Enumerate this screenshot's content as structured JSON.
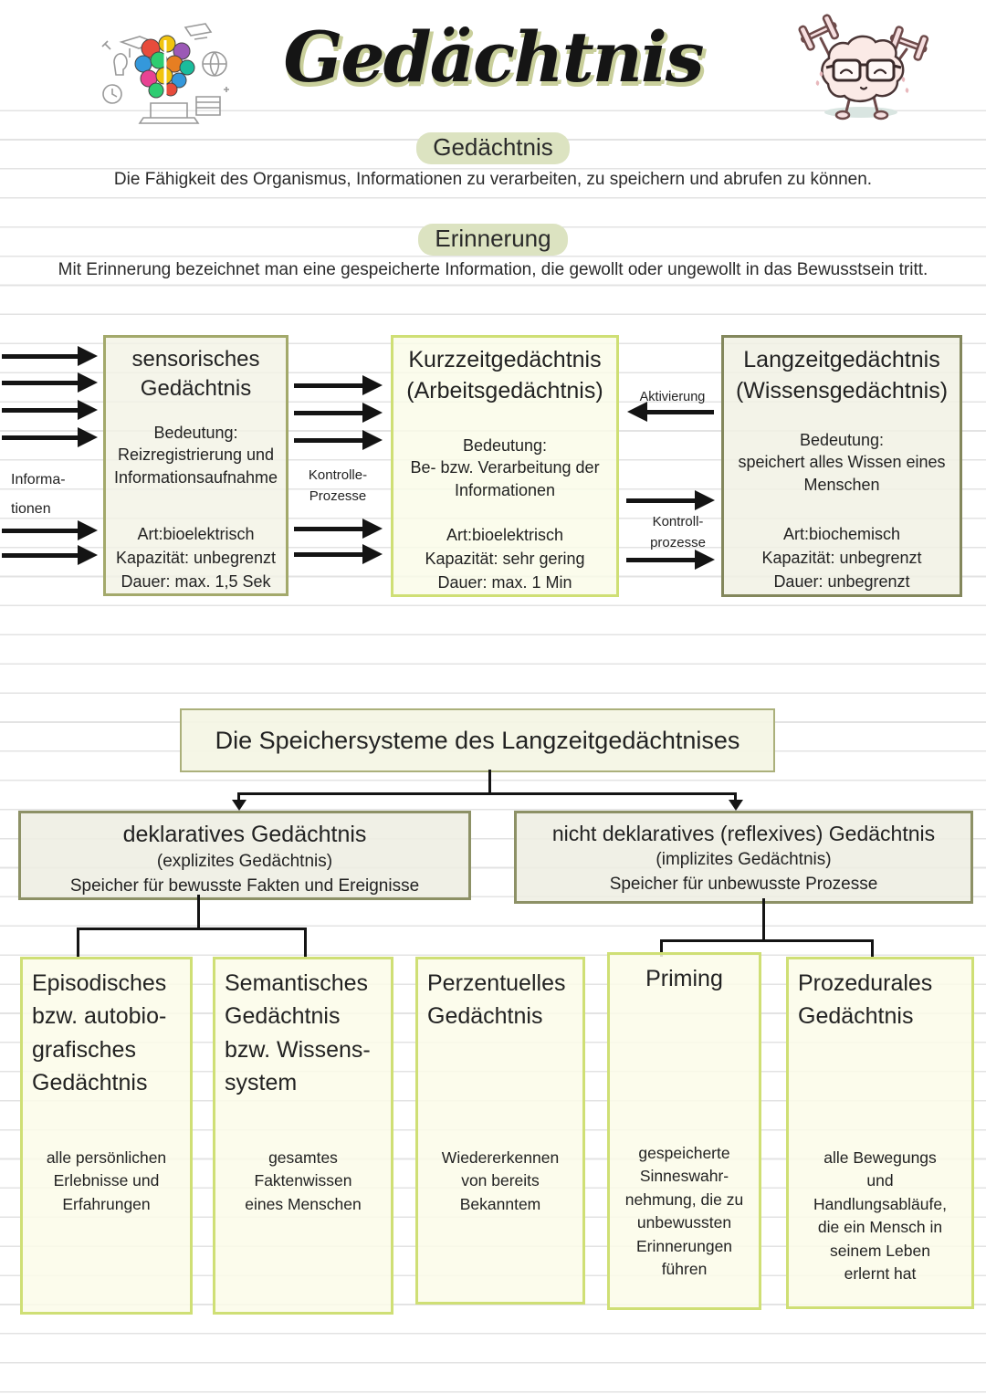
{
  "header": {
    "title": "Gedächtnis",
    "icons": {
      "left": "colorful-brain-ideas-doodle",
      "right": "brain-lifting-dumbbells-doodle"
    }
  },
  "definitions": [
    {
      "term": "Gedächtnis",
      "text": "Die Fähigkeit des Organismus, Informationen zu verarbeiten, zu speichern und abrufen zu können."
    },
    {
      "term": "Erinnerung",
      "text": "Mit Erinnerung bezeichnet man eine gespeicherte Information, die gewollt oder ungewollt in das Bewusstsein tritt."
    }
  ],
  "memory_flow": {
    "input_label": "Informa-\ntionen",
    "control_label_left": "Kontrolle-\nProzesse",
    "activation_label": "Aktivierung",
    "control_label_right": "Kontroll-\nprozesse",
    "stages": [
      {
        "title": "sensorisches\nGedächtnis",
        "meaning_label": "Bedeutung:",
        "meaning": "Reizregistrierung und\nInformationsaufnahme",
        "art": "Art:bioelektrisch",
        "capacity": "Kapazität: unbegrenzt",
        "duration": "Dauer: max. 1,5 Sek"
      },
      {
        "title": "Kurzzeitgedächtnis\n(Arbeitsgedächtnis)",
        "meaning_label": "Bedeutung:",
        "meaning": "Be- bzw. Verarbeitung der\nInformationen",
        "art": "Art:bioelektrisch",
        "capacity": "Kapazität: sehr gering",
        "duration": "Dauer: max. 1 Min"
      },
      {
        "title": "Langzeitgedächtnis\n(Wissensgedächtnis)",
        "meaning_label": "Bedeutung:",
        "meaning": "speichert alles Wissen eines\nMenschen",
        "art": "Art:biochemisch",
        "capacity": "Kapazität: unbegrenzt",
        "duration": "Dauer: unbegrenzt"
      }
    ]
  },
  "storage_systems": {
    "title": "Die Speichersysteme des Langzeitgedächtnises",
    "branches": [
      {
        "title": "deklaratives Gedächtnis",
        "subtitle": "(explizites Gedächtnis)",
        "desc": "Speicher für bewusste Fakten und Ereignisse"
      },
      {
        "title": "nicht deklaratives (reflexives) Gedächtnis",
        "subtitle": "(implizites Gedächtnis)",
        "desc": "Speicher für unbewusste Prozesse"
      }
    ],
    "types": [
      {
        "title": "Episodisches\nbzw. autobio-\ngrafisches\nGedächtnis",
        "desc": "alle persönlichen\nErlebnisse und\nErfahrungen"
      },
      {
        "title": "Semantisches\nGedächtnis\nbzw. Wissens-\nsystem",
        "desc": "gesamtes\nFaktenwissen\neines Menschen"
      },
      {
        "title": "Perzentuelles\nGedächtnis",
        "desc": "Wiedererkennen\nvon bereits\nBekanntem"
      },
      {
        "title": "Priming",
        "desc": "gespeicherte\nSinneswahr-\nnehmung, die zu\nunbewussten\nErinnerungen\nführen"
      },
      {
        "title": "Prozedurales\nGedächtnis",
        "desc": "alle Bewegungs\nund\nHandlungsabläufe,\ndie ein Mensch in\nseinem Leben\nerlernt hat"
      }
    ]
  },
  "colors": {
    "pill_green": "#dce3c1",
    "olive_border": "#a3a96b",
    "lime_border": "#cfdf75",
    "dark_olive_border": "#83875c",
    "sage_border": "#8d9166",
    "ruled_line": "#e3e3e3",
    "arrow_black": "#141414",
    "title_shadow": "#c9cf9b"
  }
}
